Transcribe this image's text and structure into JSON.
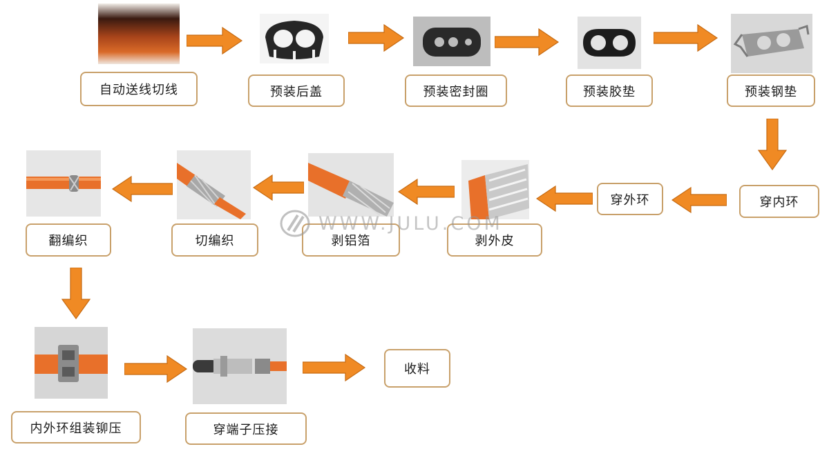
{
  "colors": {
    "arrow": "#f08a24",
    "arrow_edge": "#c56a12",
    "label_border": "#c8a06a"
  },
  "steps": [
    {
      "label": "自动送线切线"
    },
    {
      "label": "预装后盖"
    },
    {
      "label": "预装密封圈"
    },
    {
      "label": "预装胶垫"
    },
    {
      "label": "预装钢垫"
    },
    {
      "label": "穿内环"
    },
    {
      "label": "穿外环"
    },
    {
      "label": "剥外皮"
    },
    {
      "label": "剥铝箔"
    },
    {
      "label": "切编织"
    },
    {
      "label": "翻编织"
    },
    {
      "label": "内外环组装铆压"
    },
    {
      "label": "穿端子压接"
    },
    {
      "label": "收料"
    }
  ],
  "watermark": {
    "text": "WWW.JULU.COM"
  }
}
